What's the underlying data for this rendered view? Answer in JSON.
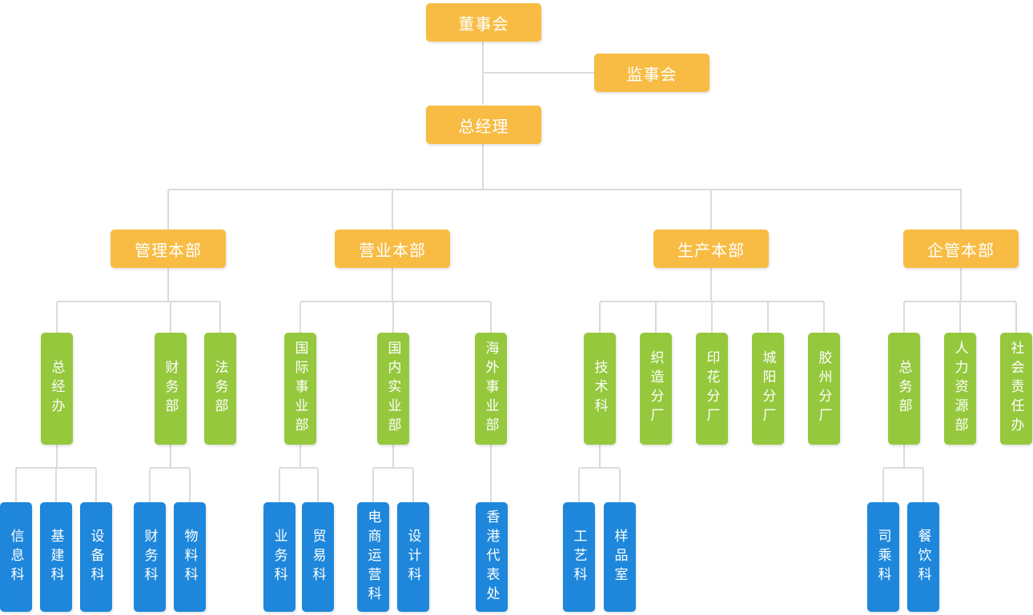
{
  "colors": {
    "level1_orange": "#F8BC44",
    "level2_green": "#95C83D",
    "level3_blue": "#1E87DB",
    "connector_gray": "#DBDBDB",
    "text_white": "#FFFFFF"
  },
  "nodes": {
    "board": {
      "label": "董事会"
    },
    "supervisory": {
      "label": "监事会"
    },
    "gm": {
      "label": "总经理"
    },
    "dept_mgmt": {
      "label": "管理本部"
    },
    "dept_sales": {
      "label": "营业本部"
    },
    "dept_prod": {
      "label": "生产本部"
    },
    "dept_ent": {
      "label": "企管本部"
    },
    "gm_office": {
      "label": "总经办"
    },
    "finance_dept": {
      "label": "财务部"
    },
    "legal_dept": {
      "label": "法务部"
    },
    "intl_div": {
      "label": "国际事业部"
    },
    "domestic_div": {
      "label": "国内实业部"
    },
    "overseas_div": {
      "label": "海外事业部"
    },
    "tech_section": {
      "label": "技术科"
    },
    "weaving_factory": {
      "label": "织造分厂"
    },
    "printing_factory": {
      "label": "印花分厂"
    },
    "chengyang_factory": {
      "label": "城阳分厂"
    },
    "jiaozhou_factory": {
      "label": "胶州分厂"
    },
    "general_affairs": {
      "label": "总务部"
    },
    "hr_dept": {
      "label": "人力资源部"
    },
    "csr_office": {
      "label": "社会责任办"
    },
    "info_section": {
      "label": "信息科"
    },
    "infra_section": {
      "label": "基建科"
    },
    "equipment_section": {
      "label": "设备科"
    },
    "finance_section": {
      "label": "财务科"
    },
    "materials_section": {
      "label": "物料科"
    },
    "business_section": {
      "label": "业务科"
    },
    "trade_section": {
      "label": "贸易科"
    },
    "ecommerce_section": {
      "label": "电商运营科"
    },
    "design_section": {
      "label": "设计科"
    },
    "hk_office": {
      "label": "香港代表处"
    },
    "process_section": {
      "label": "工艺科"
    },
    "sample_room": {
      "label": "样品室"
    },
    "driver_section": {
      "label": "司乘科"
    },
    "catering_section": {
      "label": "餐饮科"
    }
  },
  "hierarchy": {
    "root": "board",
    "edges": [
      [
        "board",
        "supervisory"
      ],
      [
        "board",
        "gm"
      ],
      [
        "gm",
        "dept_mgmt"
      ],
      [
        "gm",
        "dept_sales"
      ],
      [
        "gm",
        "dept_prod"
      ],
      [
        "gm",
        "dept_ent"
      ],
      [
        "dept_mgmt",
        "gm_office"
      ],
      [
        "dept_mgmt",
        "finance_dept"
      ],
      [
        "dept_mgmt",
        "legal_dept"
      ],
      [
        "dept_sales",
        "intl_div"
      ],
      [
        "dept_sales",
        "domestic_div"
      ],
      [
        "dept_sales",
        "overseas_div"
      ],
      [
        "dept_prod",
        "tech_section"
      ],
      [
        "dept_prod",
        "weaving_factory"
      ],
      [
        "dept_prod",
        "printing_factory"
      ],
      [
        "dept_prod",
        "chengyang_factory"
      ],
      [
        "dept_prod",
        "jiaozhou_factory"
      ],
      [
        "dept_ent",
        "general_affairs"
      ],
      [
        "dept_ent",
        "hr_dept"
      ],
      [
        "dept_ent",
        "csr_office"
      ],
      [
        "gm_office",
        "info_section"
      ],
      [
        "gm_office",
        "infra_section"
      ],
      [
        "gm_office",
        "equipment_section"
      ],
      [
        "finance_dept",
        "finance_section"
      ],
      [
        "finance_dept",
        "materials_section"
      ],
      [
        "intl_div",
        "business_section"
      ],
      [
        "intl_div",
        "trade_section"
      ],
      [
        "domestic_div",
        "ecommerce_section"
      ],
      [
        "domestic_div",
        "design_section"
      ],
      [
        "overseas_div",
        "hk_office"
      ],
      [
        "tech_section",
        "process_section"
      ],
      [
        "tech_section",
        "sample_room"
      ],
      [
        "general_affairs",
        "driver_section"
      ],
      [
        "general_affairs",
        "catering_section"
      ]
    ]
  }
}
